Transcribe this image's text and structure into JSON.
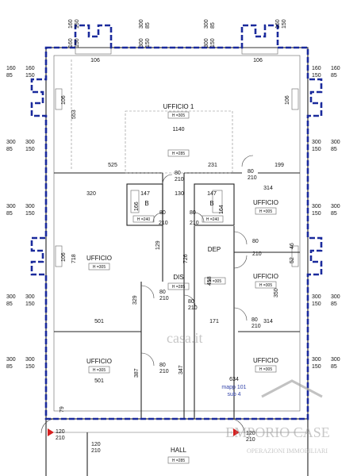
{
  "rooms": {
    "ufficio1": {
      "name": "UFFICIO 1",
      "height": "H =305"
    },
    "ufficio_left_mid": {
      "name": "UFFICIO",
      "height": "H =305"
    },
    "ufficio_left_bottom": {
      "name": "UFFICIO",
      "height": "H =305"
    },
    "ufficio_right_top": {
      "name": "UFFICIO",
      "height": "H =305"
    },
    "ufficio_right_mid": {
      "name": "UFFICIO",
      "height": "H =305"
    },
    "ufficio_right_bottom": {
      "name": "UFFICIO",
      "height": "H =305"
    },
    "dis": {
      "name": "DIS",
      "height": "H =285"
    },
    "dep": {
      "name": "DEP",
      "height": "H =305"
    },
    "bagno_left": {
      "name": "B",
      "height": "H =240"
    },
    "bagno_right": {
      "name": "B",
      "height": "H =240"
    },
    "hall": {
      "name": "HALL",
      "height": "H =285"
    },
    "corridor_height": "H =285"
  },
  "dims": {
    "d160": "160",
    "d150": "150",
    "d300": "300",
    "d85": "85",
    "d106": "106",
    "d553": "553",
    "d1140": "1140",
    "d525": "525",
    "d231": "231",
    "d199": "199",
    "d80": "80",
    "d210": "210",
    "d320": "320",
    "d147": "147",
    "d130": "130",
    "d314": "314",
    "d166": "166",
    "d164": "164",
    "d129": "129",
    "d726": "726",
    "d718": "718",
    "d52": "52",
    "d46": "46",
    "d329": "329",
    "d458": "458",
    "d350": "350",
    "d501": "501",
    "d171": "171",
    "d387": "387",
    "d347": "347",
    "d79": "79",
    "d120": "120"
  },
  "parcel": {
    "number": "634",
    "mapp": "mapp 101",
    "sub": "sub 4"
  },
  "watermarks": {
    "casa": "casa.it",
    "brand_main": "EMPORIO CASE",
    "brand_sub": "OPERAZIONI IMMOBILIARI"
  },
  "colors": {
    "boundary": "#1a2a9c",
    "wall": "#222222",
    "watermark": "#9a9a9a",
    "marker": "#d62020"
  }
}
